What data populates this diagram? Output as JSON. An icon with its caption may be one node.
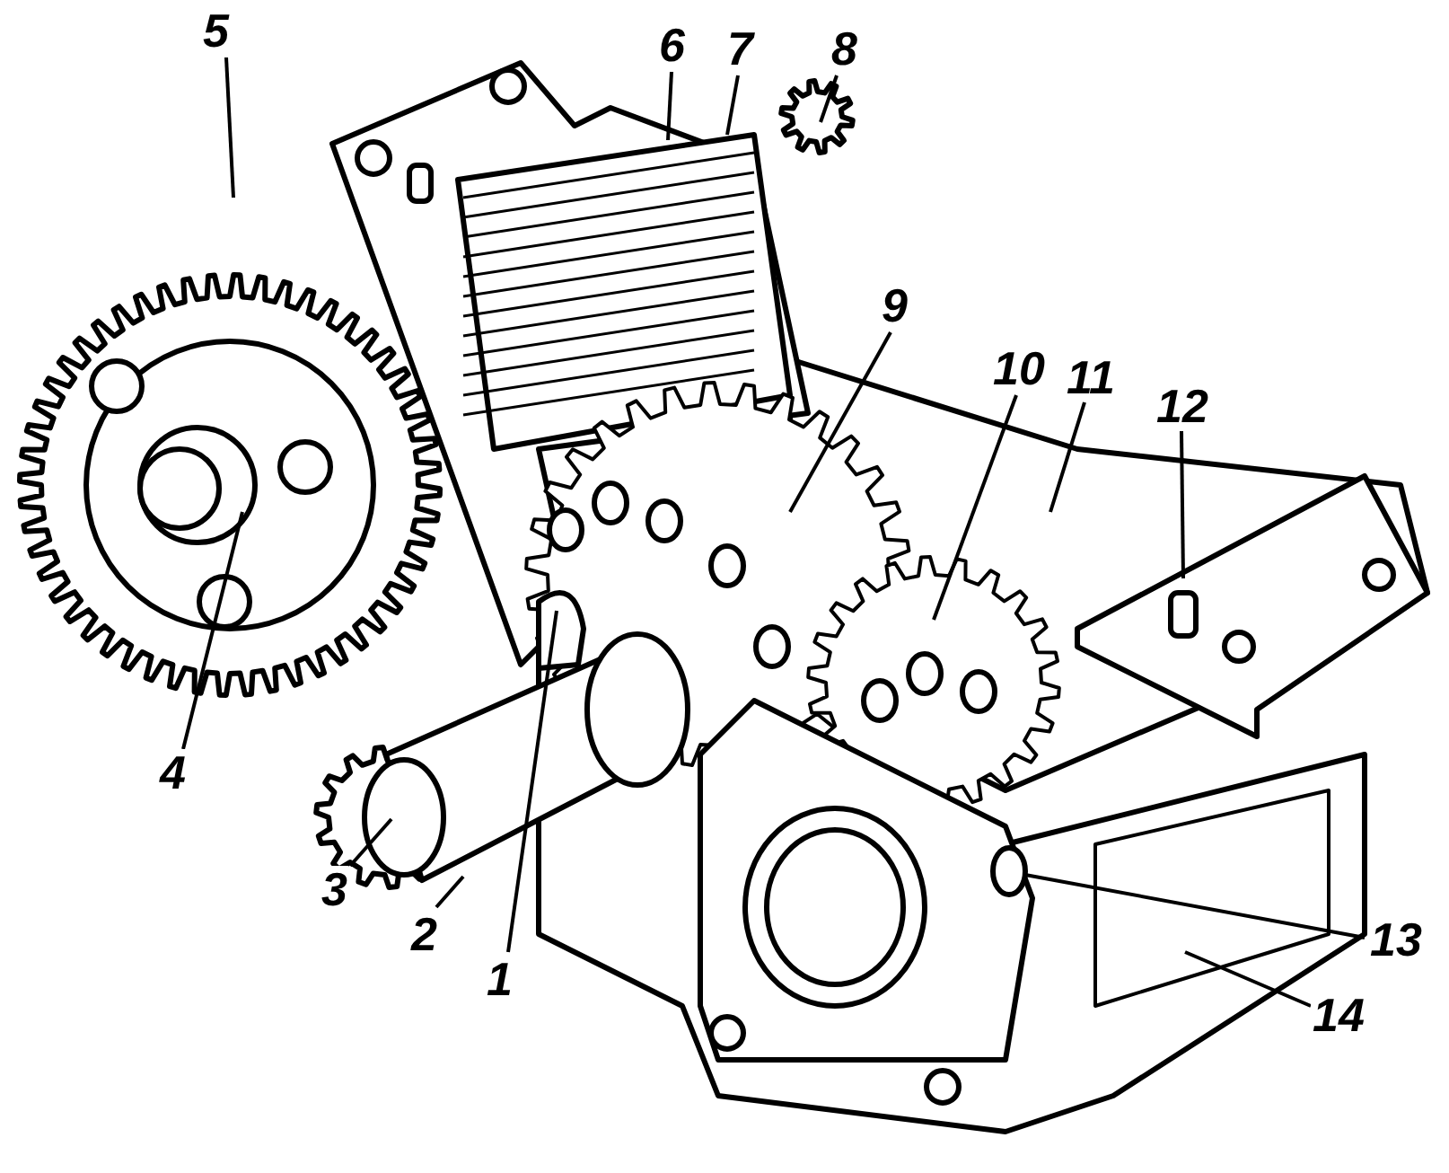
{
  "diagram": {
    "nodes": [
      {
        "text": [
          "1"
        ]
      },
      {
        "text": [
          "2"
        ]
      },
      {
        "text": [
          "3"
        ]
      },
      {
        "text": [
          "4"
        ]
      },
      {
        "text": [
          "5"
        ]
      },
      {
        "text": [
          "6"
        ]
      },
      {
        "text": [
          "7"
        ]
      },
      {
        "text": [
          "8"
        ]
      },
      {
        "text": [
          "9"
        ]
      },
      {
        "text": [
          "10"
        ]
      },
      {
        "text": [
          "11"
        ]
      },
      {
        "text": [
          "12"
        ]
      },
      {
        "text": [
          "13"
        ]
      },
      {
        "text": [
          "14"
        ]
      }
    ],
    "edges": [
      {
        "from": 0,
        "to": null,
        "arrow": "none"
      },
      {
        "from": 1,
        "to": null,
        "arrow": "none"
      },
      {
        "from": 2,
        "to": null,
        "arrow": "none"
      },
      {
        "from": 3,
        "to": null,
        "arrow": "none"
      },
      {
        "from": 4,
        "to": null,
        "arrow": "none"
      },
      {
        "from": 5,
        "to": null,
        "arrow": "none"
      },
      {
        "from": 6,
        "to": null,
        "arrow": "none"
      },
      {
        "from": 7,
        "to": null,
        "arrow": "none"
      },
      {
        "from": 8,
        "to": null,
        "arrow": "none"
      },
      {
        "from": 9,
        "to": null,
        "arrow": "none"
      },
      {
        "from": 10,
        "to": null,
        "arrow": "none"
      },
      {
        "from": 11,
        "to": null,
        "arrow": "none"
      },
      {
        "from": 12,
        "to": null,
        "arrow": "none"
      },
      {
        "from": 13,
        "to": null,
        "arrow": "none"
      }
    ]
  }
}
